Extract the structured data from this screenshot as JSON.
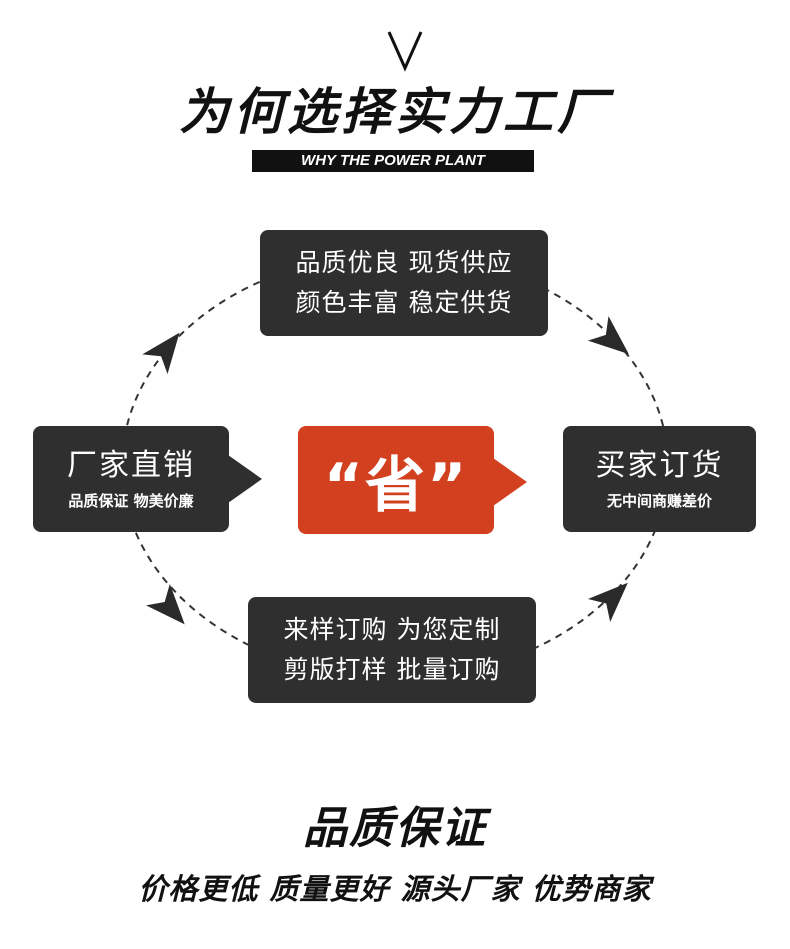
{
  "header": {
    "chevron_icon": "chevron-down-icon",
    "title": "为何选择实力工厂",
    "subtitle": "WHY THE POWER PLANT"
  },
  "diagram": {
    "top": {
      "line1": "品质优良 现货供应",
      "line2": "颜色丰富 稳定供货"
    },
    "left": {
      "title": "厂家直销",
      "subtitle": "品质保证 物美价廉"
    },
    "center": {
      "text": "“省”"
    },
    "right": {
      "title": "买家订货",
      "subtitle": "无中间商赚差价"
    },
    "bottom": {
      "line1": "来样订购 为您定制",
      "line2": "剪版打样 批量订购"
    },
    "colors": {
      "box": "#2f2f2f",
      "accent": "#d2401f",
      "ring": "#333333"
    }
  },
  "footer": {
    "title": "品质保证",
    "subtitle": "价格更低 质量更好 源头厂家 优势商家"
  }
}
